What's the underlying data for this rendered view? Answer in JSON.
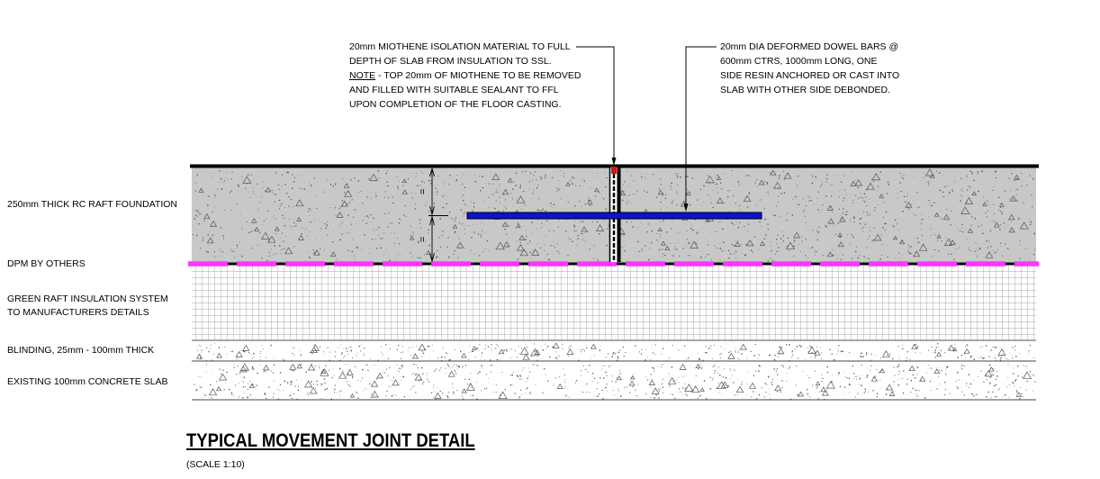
{
  "title": "TYPICAL MOVEMENT JOINT DETAIL",
  "scale": "(SCALE 1:10)",
  "layers": {
    "raft": "250mm THICK RC RAFT FOUNDATION",
    "dpm": "DPM BY OTHERS",
    "insulation_1": "GREEN RAFT INSULATION SYSTEM",
    "insulation_2": "TO MANUFACTURERS DETAILS",
    "blinding": "BLINDING, 25mm - 100mm THICK",
    "existing_slab": "EXISTING 100mm CONCRETE SLAB"
  },
  "notes": {
    "miothene": {
      "line1": "20mm MIOTHENE ISOLATION MATERIAL TO FULL",
      "line2": "DEPTH OF SLAB FROM INSULATION TO SSL.",
      "line3_prefix": "NOTE",
      "line3_rest": " - TOP 20mm OF MIOTHENE TO BE REMOVED",
      "line4": "AND FILLED WITH SUITABLE SEALANT TO FFL",
      "line5": "UPON COMPLETION OF THE FLOOR CASTING."
    },
    "dowel": {
      "line1": "20mm DIA DEFORMED DOWEL BARS @",
      "line2": "600mm CTRS, 1000mm LONG, ONE",
      "line3": "SIDE RESIN ANCHORED OR CAST INTO",
      "line4": "SLAB WITH OTHER SIDE DEBONDED."
    }
  },
  "dimension_marks": {
    "equal_top": "=",
    "equal_bottom": "="
  },
  "colors": {
    "concrete": "#c8c8c8",
    "dowel": "#0a14d2",
    "dpm": "#ff33ff",
    "sealant": "#e01010",
    "outline": "#000000"
  }
}
